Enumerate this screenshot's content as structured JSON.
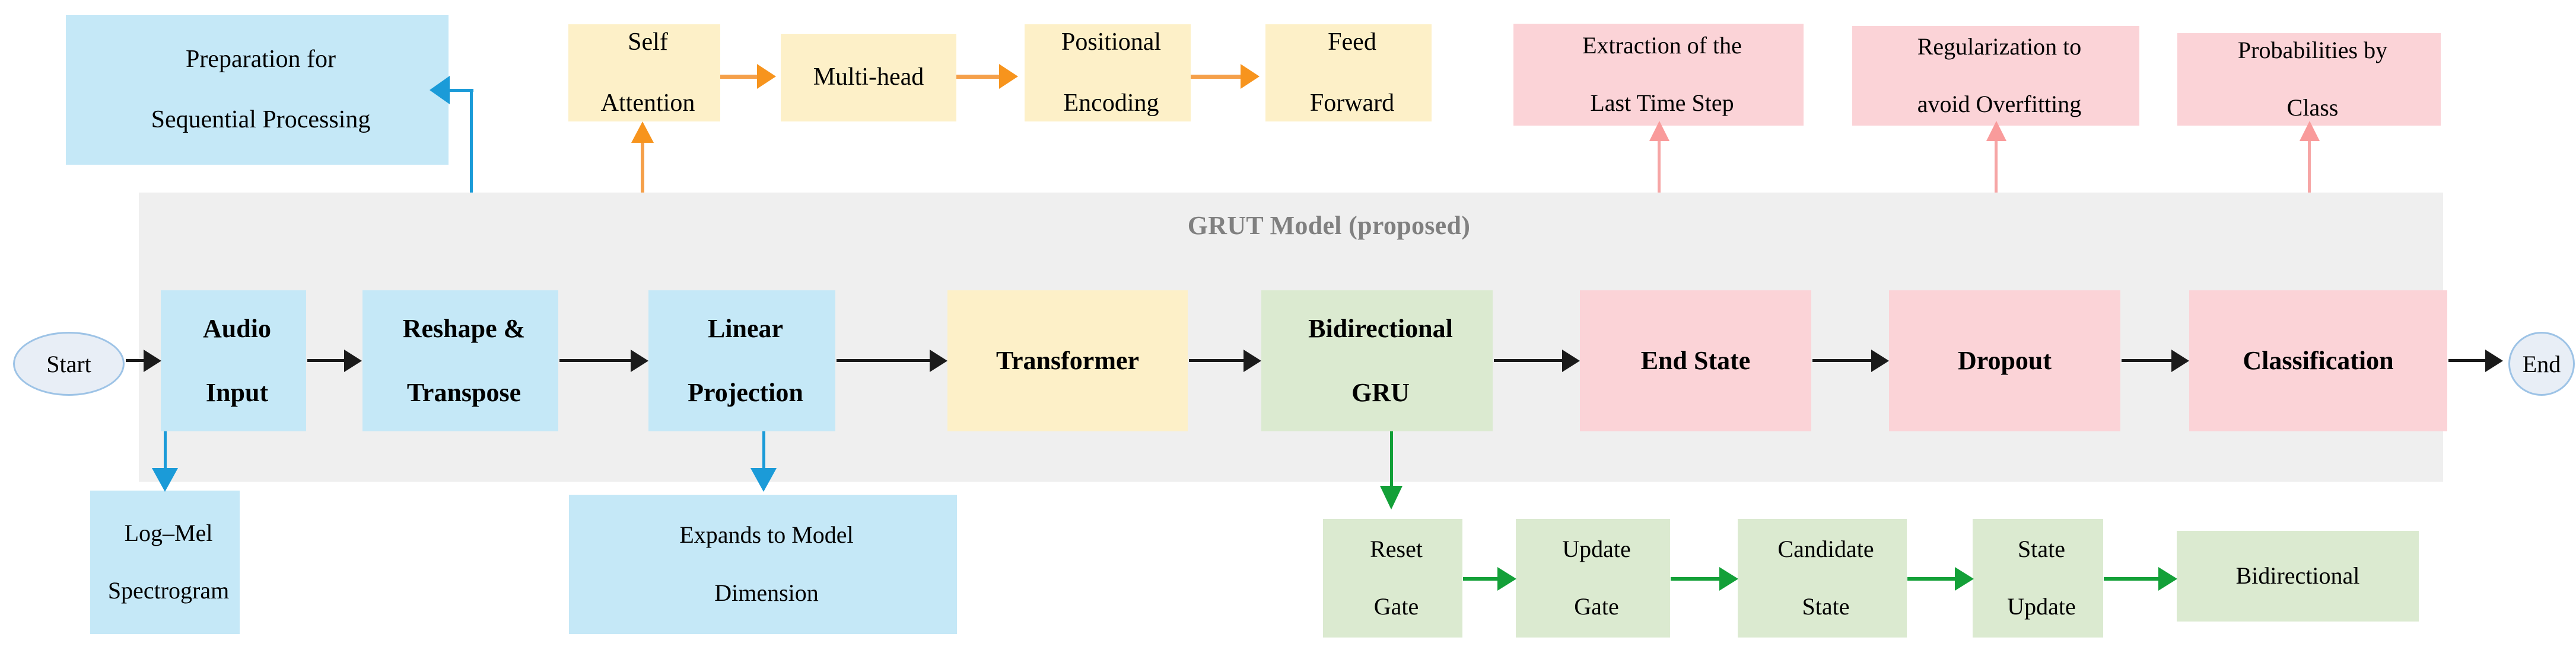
{
  "diagram": {
    "container_label": "GRUT Model (proposed)",
    "terminators": {
      "start": "Start",
      "end": "End"
    },
    "colors": {
      "blue": "#c5e8f7",
      "yellow": "#fdf0c8",
      "pink": "#fbd3d7",
      "green": "#dbead0",
      "panel_gray": "#efefef",
      "panel_title_gray": "#808080",
      "arrow_black": "#1a1a1a",
      "arrow_blue": "#1b9bd8",
      "arrow_orange": "#f7941d",
      "arrow_pink": "#f99b9b",
      "arrow_green": "#13a038",
      "terminator_fill": "#e8eef6",
      "terminator_stroke": "#9dc3e6"
    }
  },
  "main_pipeline": [
    {
      "id": "audio-input",
      "label_line1": "Audio",
      "label_line2": "Input",
      "color": "blue"
    },
    {
      "id": "reshape-transpose",
      "label_line1": "Reshape &",
      "label_line2": "Transpose",
      "color": "blue"
    },
    {
      "id": "linear-projection",
      "label_line1": "Linear",
      "label_line2": "Projection",
      "color": "blue"
    },
    {
      "id": "transformer",
      "label_line1": "Transformer",
      "label_line2": "",
      "color": "yellow"
    },
    {
      "id": "bidirectional-gru",
      "label_line1": "Bidirectional",
      "label_line2": "GRU",
      "color": "green"
    },
    {
      "id": "end-state",
      "label_line1": "End State",
      "label_line2": "",
      "color": "pink"
    },
    {
      "id": "dropout",
      "label_line1": "Dropout",
      "label_line2": "",
      "color": "pink"
    },
    {
      "id": "classification",
      "label_line1": "Classification",
      "label_line2": "",
      "color": "pink"
    }
  ],
  "transformer_detail": [
    {
      "id": "self-attention",
      "label_line1": "Self",
      "label_line2": "Attention"
    },
    {
      "id": "multi-head",
      "label_line1": "Multi-head",
      "label_line2": ""
    },
    {
      "id": "positional-encoding",
      "label_line1": "Positional",
      "label_line2": "Encoding"
    },
    {
      "id": "feed-forward",
      "label_line1": "Feed",
      "label_line2": "Forward"
    }
  ],
  "gru_detail": [
    {
      "id": "reset-gate",
      "label_line1": "Reset",
      "label_line2": "Gate"
    },
    {
      "id": "update-gate",
      "label_line1": "Update",
      "label_line2": "Gate"
    },
    {
      "id": "candidate-state",
      "label_line1": "Candidate",
      "label_line2": "State"
    },
    {
      "id": "state-update",
      "label_line1": "State",
      "label_line2": "Update"
    },
    {
      "id": "bidirectional",
      "label_line1": "Bidirectional",
      "label_line2": ""
    }
  ],
  "annotations": {
    "preparation": {
      "line1": "Preparation for",
      "line2": "Sequential Processing"
    },
    "log_mel": {
      "line1": "Log–Mel",
      "line2": "Spectrogram"
    },
    "expands": {
      "line1": "Expands to Model",
      "line2": "Dimension"
    },
    "extraction": {
      "line1": "Extraction of the",
      "line2": "Last Time Step"
    },
    "regularization": {
      "line1": "Regularization to",
      "line2": "avoid Overfitting"
    },
    "probabilities": {
      "line1": "Probabilities by",
      "line2": "Class"
    }
  }
}
